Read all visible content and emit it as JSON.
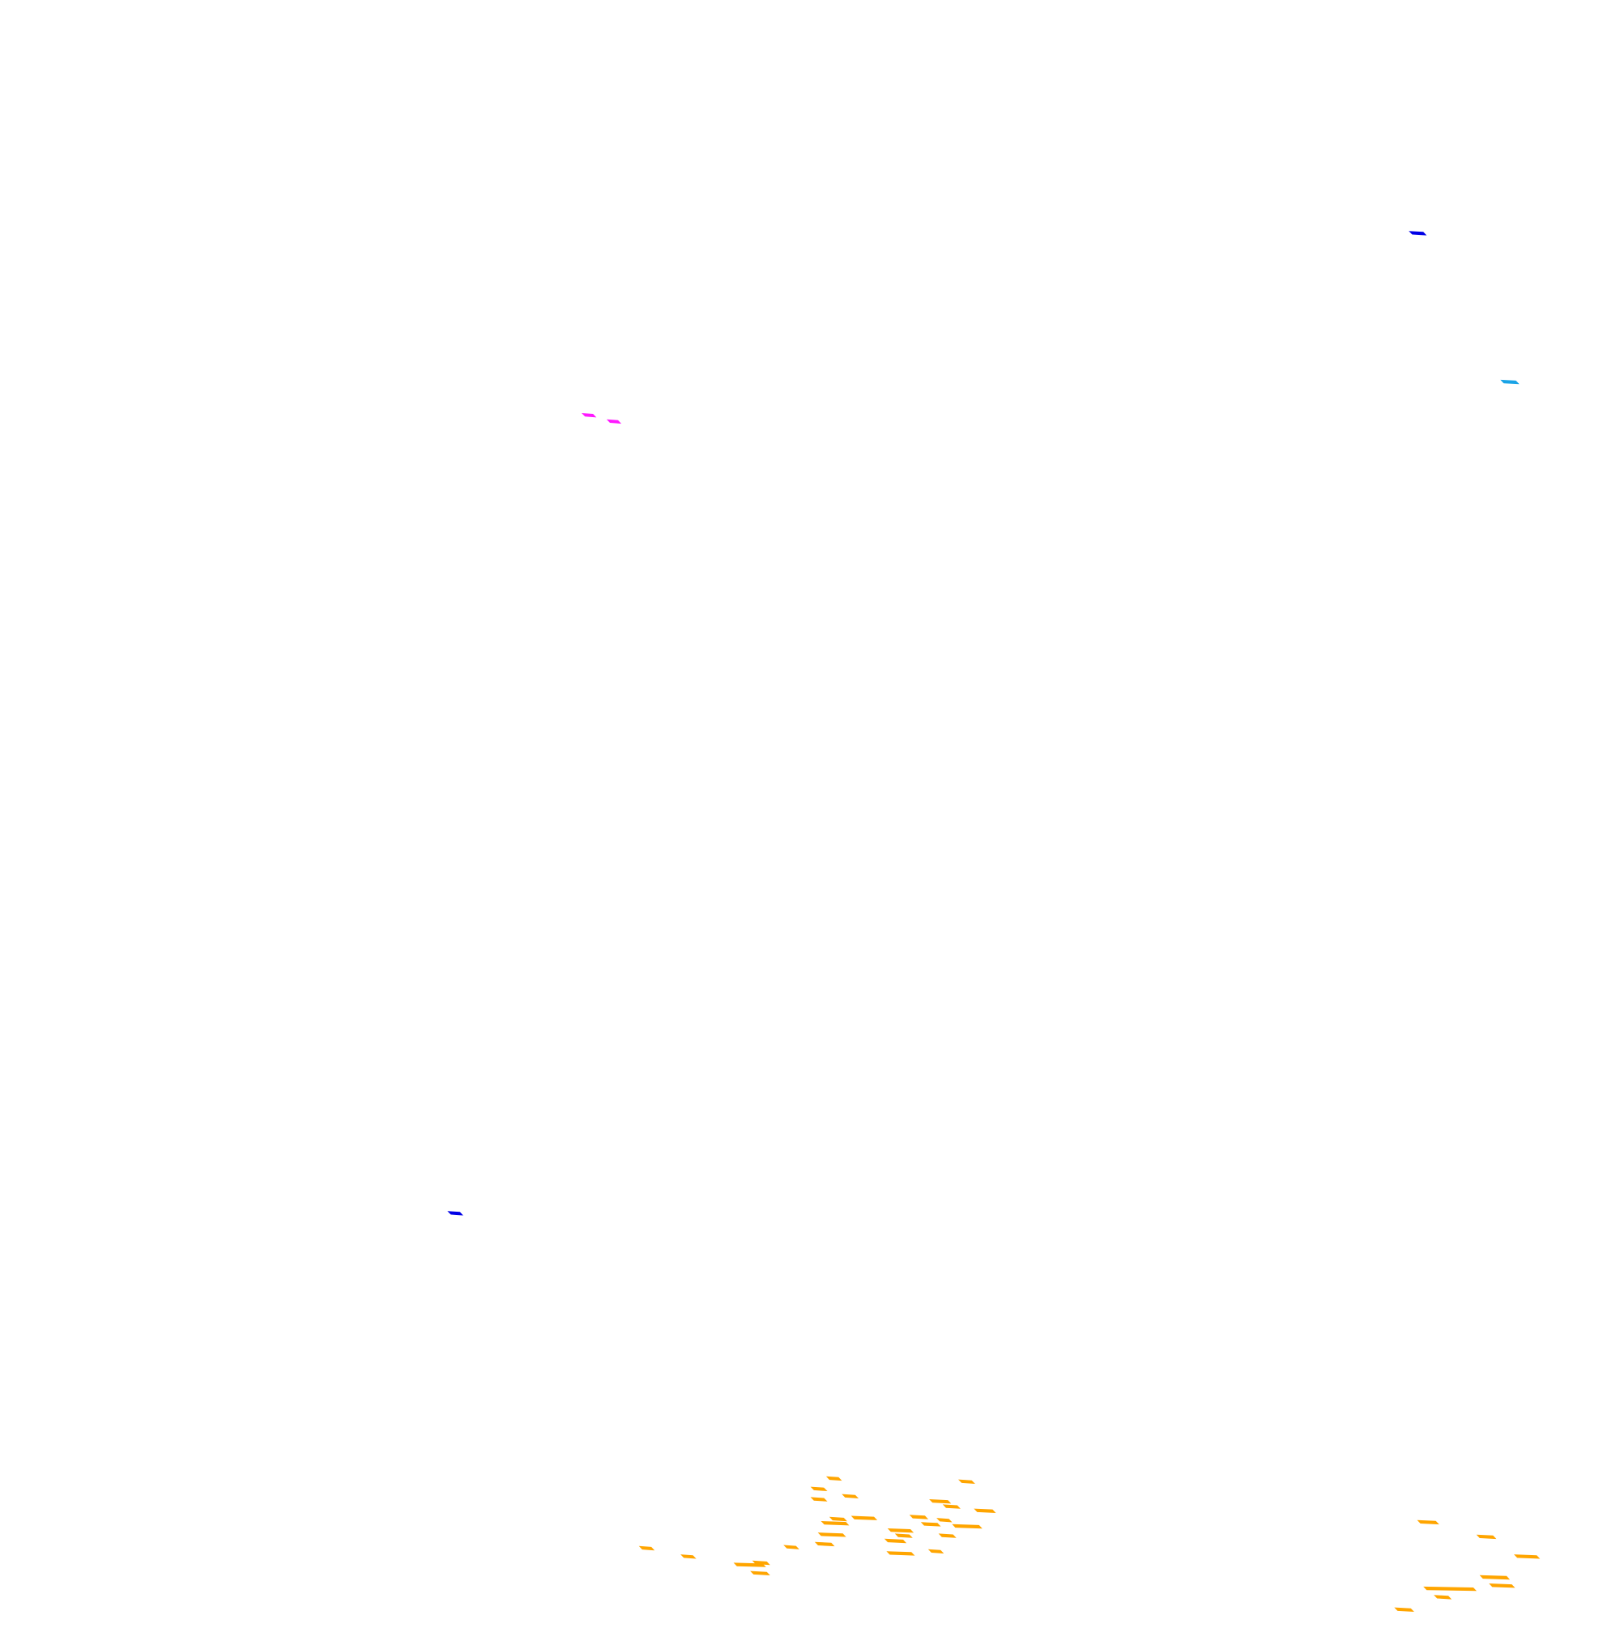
{
  "map": {
    "background_color": "#ffffff",
    "layers": [
      {
        "id": "blue",
        "color": "#0000e6"
      },
      {
        "id": "cyan",
        "color": "#19a3e6"
      },
      {
        "id": "magenta",
        "color": "#ff19ff"
      },
      {
        "id": "orange",
        "color": "#ffa500"
      }
    ]
  }
}
